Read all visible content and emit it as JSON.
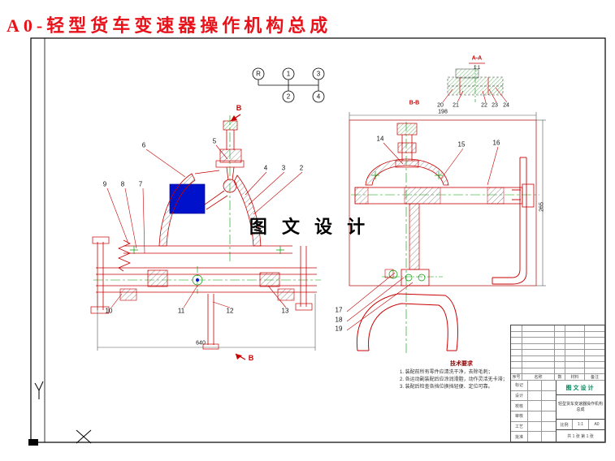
{
  "page": {
    "title": "A0-轻型货车变速器操作机构总成"
  },
  "watermark": "图 文 设 计",
  "colors": {
    "line_red": "#c80000",
    "line_green": "#009900",
    "fill_blue": "#0011cc",
    "title_red": "#e8121a"
  },
  "gate": {
    "labels": [
      "R",
      "1",
      "3",
      "2",
      "4"
    ]
  },
  "sections": {
    "aa": "A-A",
    "aa_scale": "1:1",
    "bb": "B-B",
    "marker": "B"
  },
  "dims": {
    "right_width": "198",
    "right_height": "265",
    "left_width": "640"
  },
  "callouts": {
    "top": [
      "6",
      "5",
      "4",
      "3",
      "2"
    ],
    "left": [
      "9",
      "8",
      "7"
    ],
    "bottom": [
      "10",
      "11",
      "12",
      "13"
    ],
    "right_top": [
      "14",
      "15",
      "16"
    ],
    "right_bottom": [
      "17",
      "18",
      "19"
    ],
    "aa": [
      "20",
      "21",
      "22",
      "23",
      "24"
    ]
  },
  "tech": {
    "title": "技术要求",
    "items": [
      "1. 装配前所有零件应清洗干净，去除毛刺；",
      "2. 各运动副装配后应涂润滑脂，动作灵活无卡滞；",
      "3. 装配后检查各挡位换挡轻便、定位可靠。"
    ]
  },
  "titleblock": {
    "parts_header": [
      "序号",
      "名称",
      "数",
      "材料",
      "备注"
    ],
    "sign_rows": [
      "标记",
      "设计",
      "校核",
      "审核",
      "工艺",
      "批准"
    ],
    "company": "图文设计",
    "title": "轻型货车变速器操作机构总成",
    "scale_label": "比例",
    "scale": "1:1",
    "size": "A0",
    "sheet": "共 1 张  第 1 张"
  }
}
